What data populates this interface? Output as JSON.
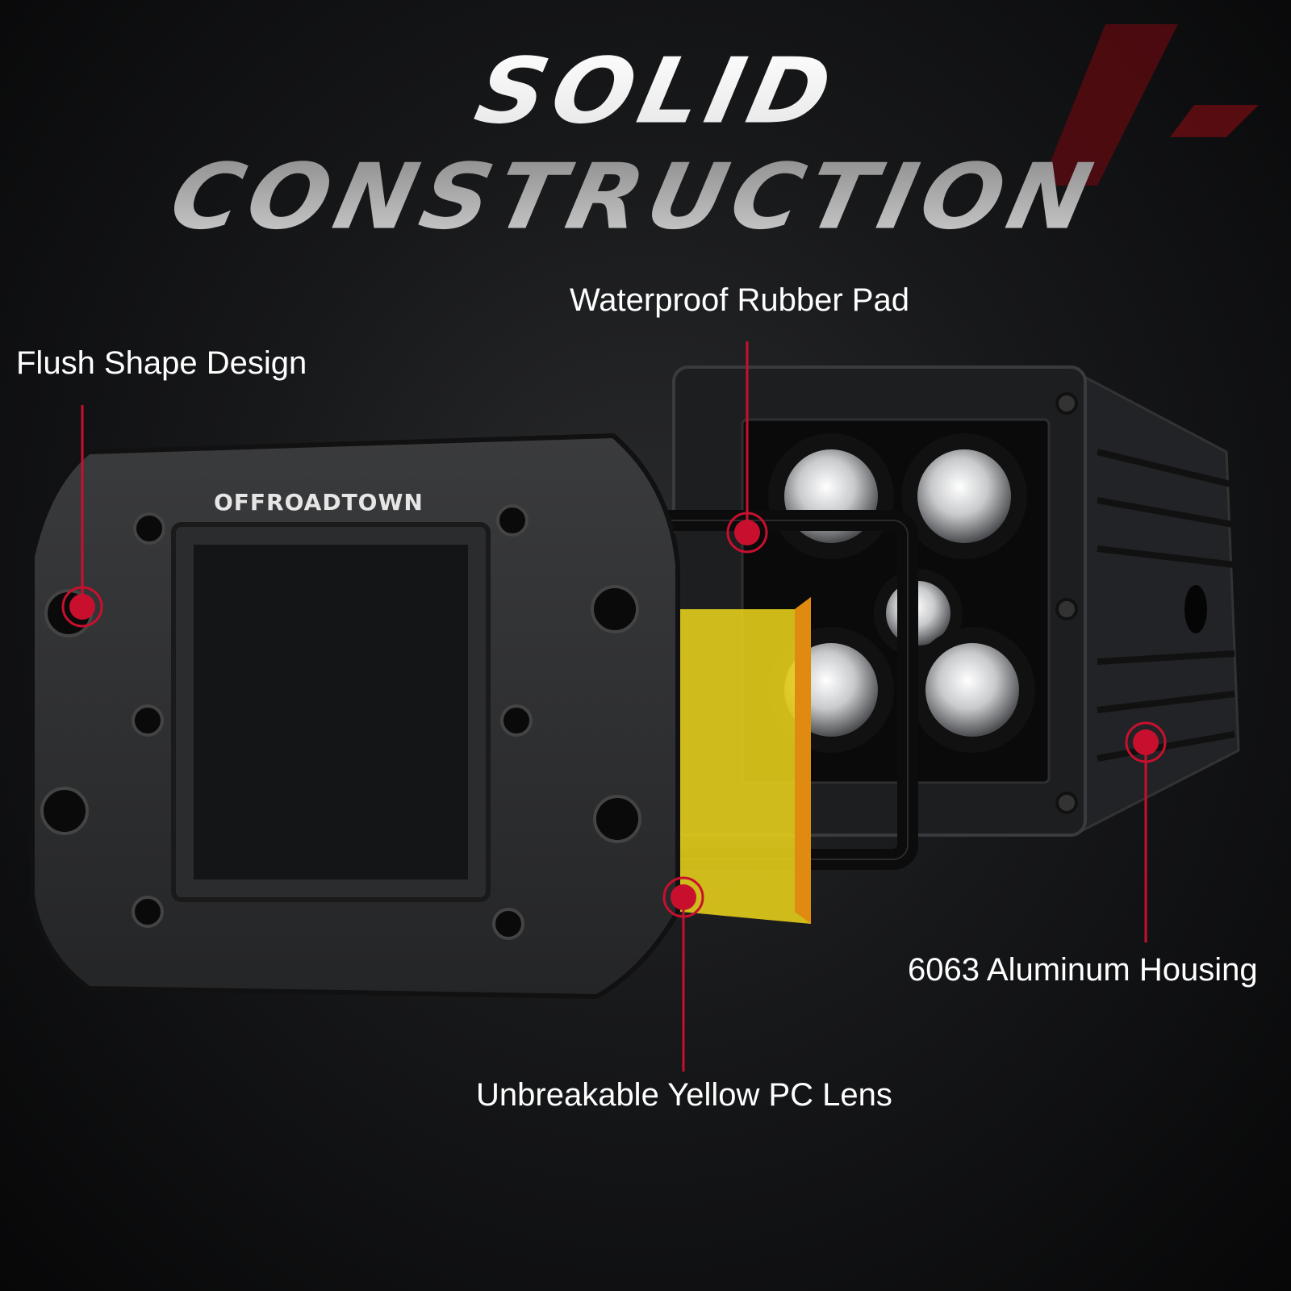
{
  "title": "SOLID CONSTRUCTION",
  "brand_logo": "OFFROADTOWN",
  "callouts": {
    "flush": "Flush Shape Design",
    "pad": "Waterproof Rubber Pad",
    "housing": "6063 Aluminum Housing",
    "lens": "Unbreakable Yellow PC Lens"
  },
  "colors": {
    "accent": "#c8102e",
    "lens": "#e8d21a",
    "background": "#111214"
  }
}
